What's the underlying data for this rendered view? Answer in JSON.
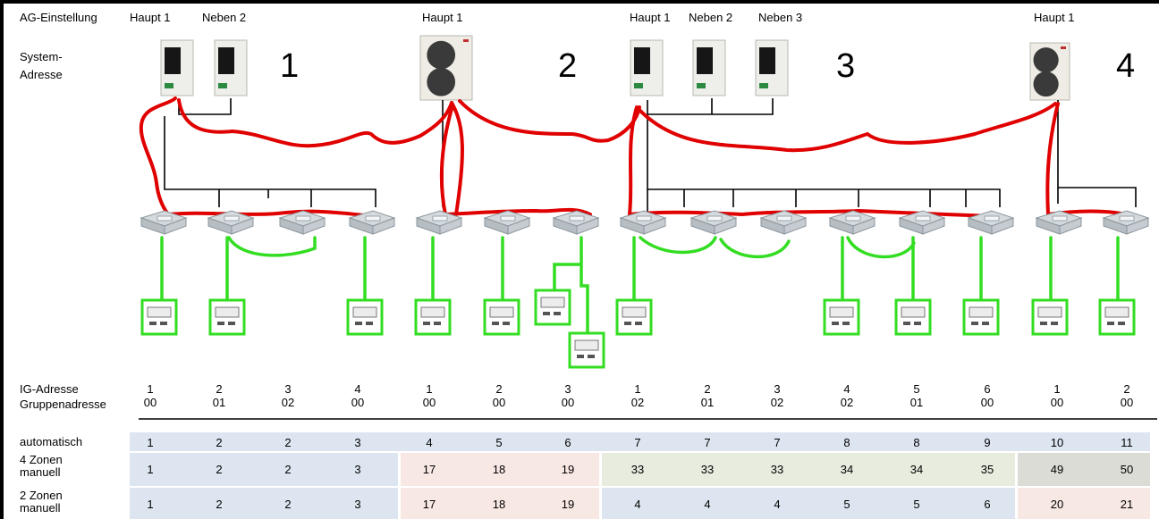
{
  "header": {
    "ag_label": "AG-Einstellung",
    "system_address_label_1": "System-",
    "system_address_label_2": "Adresse",
    "roles": [
      "Haupt 1",
      "Neben 2",
      "Haupt 1",
      "Haupt 1",
      "Neben 2",
      "Neben 3",
      "Haupt 1"
    ]
  },
  "systems": [
    "1",
    "2",
    "3",
    "4"
  ],
  "ig": {
    "label_ig": "IG-Adresse",
    "label_group": "Gruppenadresse",
    "ig_addresses": [
      "1",
      "2",
      "3",
      "4",
      "1",
      "2",
      "3",
      "1",
      "2",
      "3",
      "4",
      "5",
      "6",
      "1",
      "2"
    ],
    "group_addresses": [
      "00",
      "01",
      "02",
      "00",
      "00",
      "00",
      "00",
      "02",
      "01",
      "02",
      "02",
      "01",
      "00",
      "00",
      "00"
    ]
  },
  "table": {
    "row_labels": {
      "automatic": "automatisch",
      "four_zone_1": "4 Zonen",
      "four_zone_2": "manuell",
      "two_zone_1": "2 Zonen",
      "two_zone_2": "manuell"
    },
    "automatic": [
      "1",
      "2",
      "2",
      "3",
      "4",
      "5",
      "6",
      "7",
      "7",
      "7",
      "8",
      "8",
      "9",
      "10",
      "11"
    ],
    "four_zone_manual": [
      "1",
      "2",
      "2",
      "3",
      "17",
      "18",
      "19",
      "33",
      "33",
      "33",
      "34",
      "34",
      "35",
      "49",
      "50"
    ],
    "two_zone_manual": [
      "1",
      "2",
      "2",
      "3",
      "17",
      "18",
      "19",
      "4",
      "4",
      "4",
      "5",
      "5",
      "6",
      "20",
      "21"
    ]
  },
  "colors": {
    "bus_line": "#e00000",
    "remote_line": "#33dd22",
    "tree_line": "#000000",
    "band_blue": "#dde6f0",
    "band_pink": "#f8e8e4",
    "band_green": "#e7ecdf",
    "band_gray": "#dcdcd6"
  }
}
